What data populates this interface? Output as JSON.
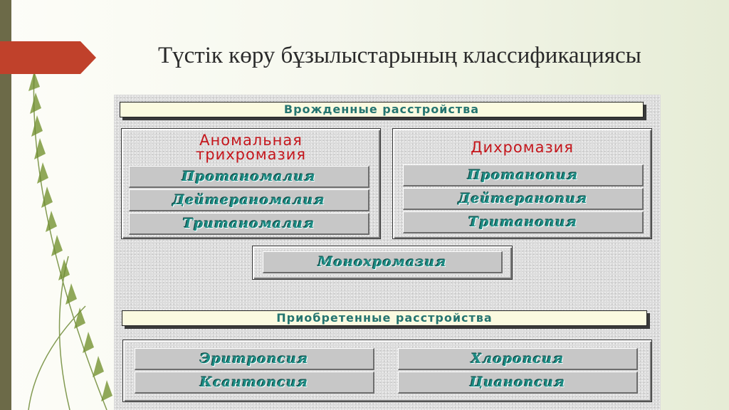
{
  "slide": {
    "title": "Түстік көру бұзылыстарының классификациясы"
  },
  "diagram": {
    "congenital_banner": "Врожденные расстройства",
    "anomalous_trichromacy": {
      "heading_line1": "Аномальная",
      "heading_line2": "трихромазия",
      "items": [
        "Протаномалия",
        "Дейтераномалия",
        "Тританомалия"
      ]
    },
    "dichromacy": {
      "heading": "Дихромазия",
      "items": [
        "Протанопия",
        "Дейтеранопия",
        "Тританопия"
      ]
    },
    "monochromacy": "Монохромазия",
    "acquired_banner": "Приобретенные расстройства",
    "acquired": {
      "items": [
        "Эритропсия",
        "Хлоропсия",
        "Ксантопсия",
        "Цианопсия"
      ]
    }
  },
  "colors": {
    "title_text": "#2a2a2a",
    "accent_arrow": "#c0412b",
    "left_bar": "#6c6a48",
    "heading_red": "#c5161c",
    "item_teal": "#1c8c84",
    "banner_bg": "#fbfae0"
  }
}
